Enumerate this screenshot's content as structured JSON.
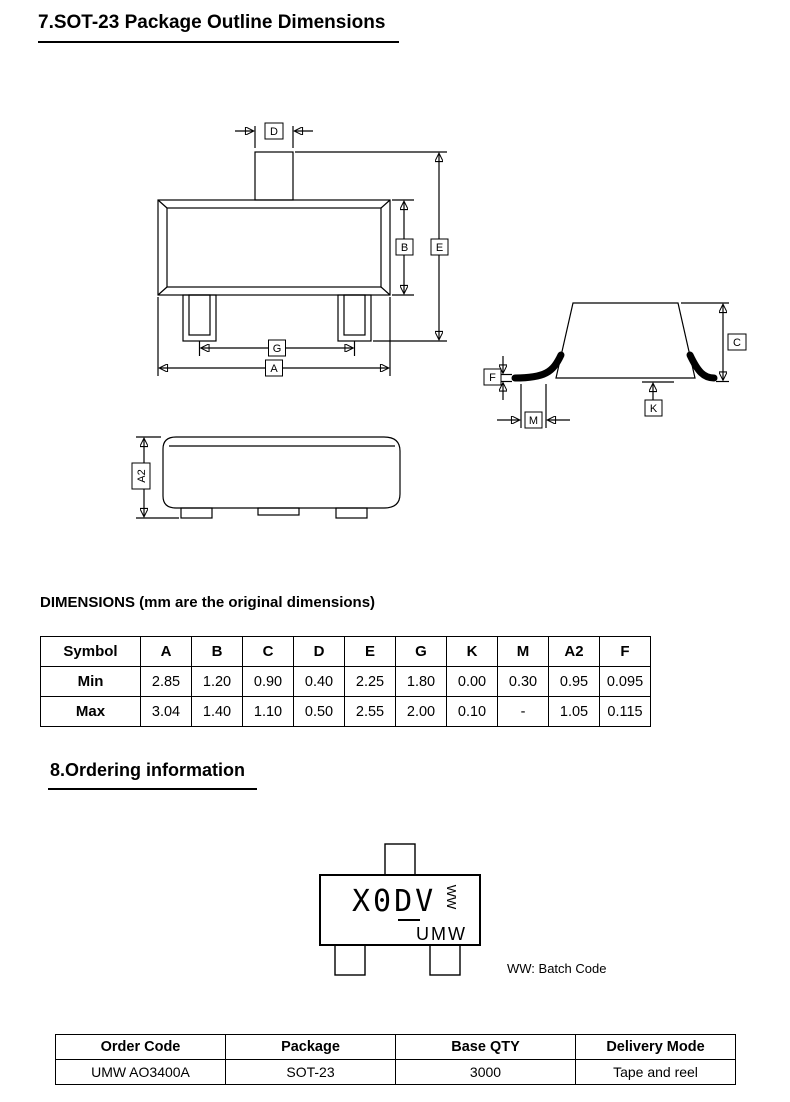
{
  "headings": {
    "section7": "7.SOT-23 Package Outline Dimensions",
    "dimensions": "DIMENSIONS (mm are the original dimensions)",
    "section8": "8.Ordering information"
  },
  "outline": {
    "labels": {
      "a": "A",
      "b": "B",
      "c": "C",
      "d": "D",
      "e": "E",
      "f": "F",
      "g": "G",
      "k": "K",
      "m": "M",
      "a2": "A2"
    }
  },
  "dimensions_table": {
    "headers": [
      "Symbol",
      "A",
      "B",
      "C",
      "D",
      "E",
      "G",
      "K",
      "M",
      "A2",
      "F"
    ],
    "min": {
      "label": "Min",
      "values": [
        "2.85",
        "1.20",
        "0.90",
        "0.40",
        "2.25",
        "1.80",
        "0.00",
        "0.30",
        "0.95",
        "0.095"
      ]
    },
    "max": {
      "label": "Max",
      "values": [
        "3.04",
        "1.40",
        "1.10",
        "0.50",
        "2.55",
        "2.00",
        "0.10",
        "-",
        "1.05",
        "0.115"
      ]
    }
  },
  "marking": {
    "line1": "X0DV",
    "ww": "WW",
    "line2": "UMW",
    "note": "WW: Batch Code"
  },
  "ordering_table": {
    "headers": [
      "Order Code",
      "Package",
      "Base QTY",
      "Delivery Mode"
    ],
    "row": [
      "UMW AO3400A",
      "SOT-23",
      "3000",
      "Tape and reel"
    ]
  }
}
